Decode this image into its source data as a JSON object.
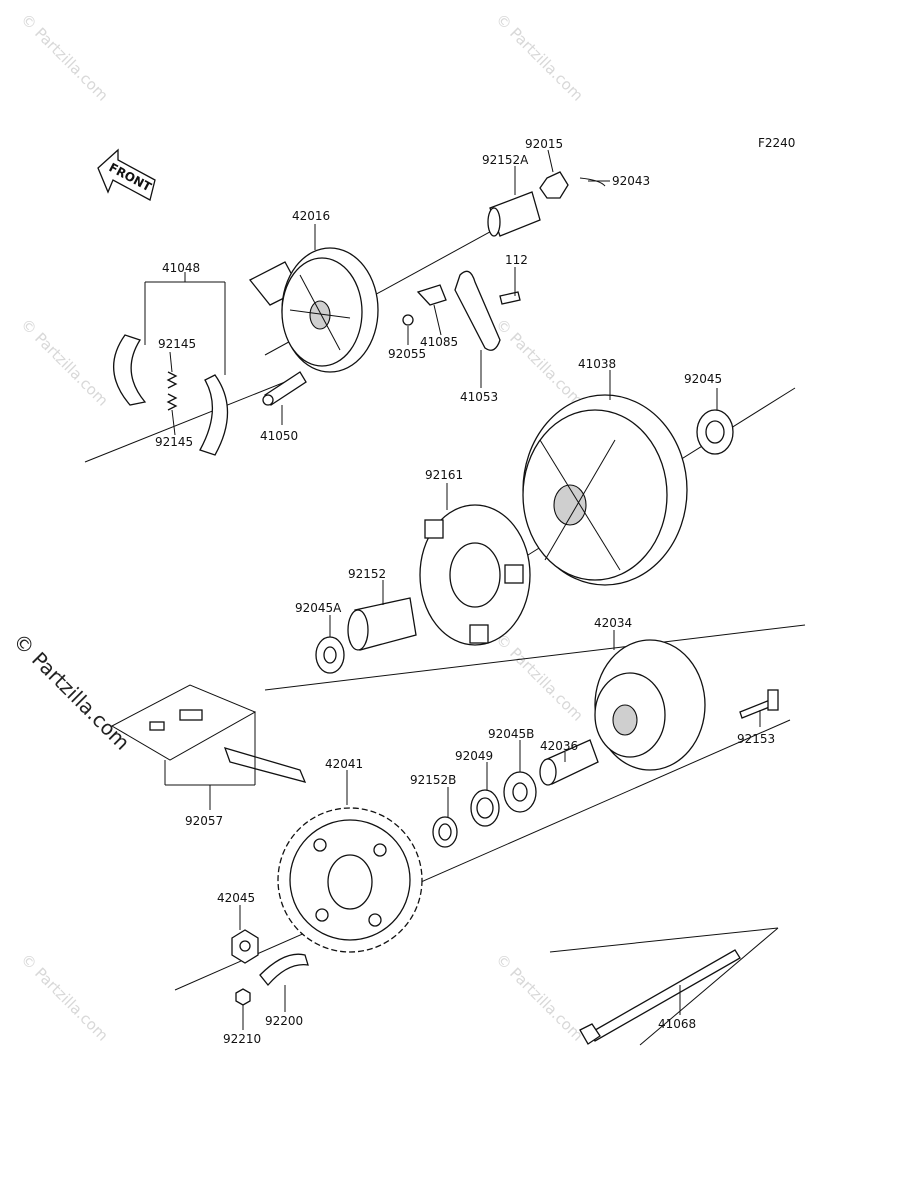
{
  "diagram_code": "F2240",
  "front_label": "FRONT",
  "watermark": "© Partzilla.com",
  "part_numbers": {
    "p92015": "92015",
    "p92152A": "92152A",
    "p92043": "92043",
    "p42016": "42016",
    "p41048": "41048",
    "p112": "112",
    "p92145a": "92145",
    "p92145b": "92145",
    "p92055": "92055",
    "p41085": "41085",
    "p41053": "41053",
    "p41050": "41050",
    "p41038": "41038",
    "p92045": "92045",
    "p92161": "92161",
    "p92152": "92152",
    "p92045A": "92045A",
    "p42034": "42034",
    "p42036": "42036",
    "p92049": "92049",
    "p92045B": "92045B",
    "p92153": "92153",
    "p42041": "42041",
    "p92152B": "92152B",
    "p92057": "92057",
    "p42045": "42045",
    "p92200": "92200",
    "p92210": "92210",
    "p41068": "41068"
  }
}
